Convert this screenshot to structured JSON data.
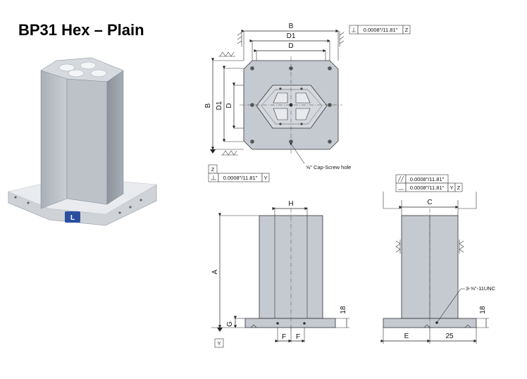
{
  "title": "BP31 Hex – Plain",
  "labels": {
    "B_top": "B",
    "D1_top": "D1",
    "D_top": "D",
    "B_side": "B",
    "D1_side": "D1",
    "D_side": "D",
    "H": "H",
    "A": "A",
    "G": "G",
    "F1": "F",
    "F2": "F",
    "C": "C",
    "E": "E",
    "dim_25": "25",
    "dim_18_left": "18",
    "dim_18_right": "18"
  },
  "tolerances": {
    "top_right_value": "0.0008\"/11.81\"",
    "top_right_ref": "Z",
    "left_ref": "Z",
    "left_value": "0.0008\"/11.81\"",
    "left_datum": "Y",
    "right_row1_value": "0.0008\"/11.81\"",
    "right_row2_value": "0.0008\"/11.81\"",
    "right_row2_ref1": "Y",
    "right_row2_ref2": "Z",
    "datum_y": "Y"
  },
  "callouts": {
    "cap_screw": "⅝\" Cap-Screw hole",
    "tapped": "3-⅝\"-11UNC"
  },
  "logo_text": "L"
}
